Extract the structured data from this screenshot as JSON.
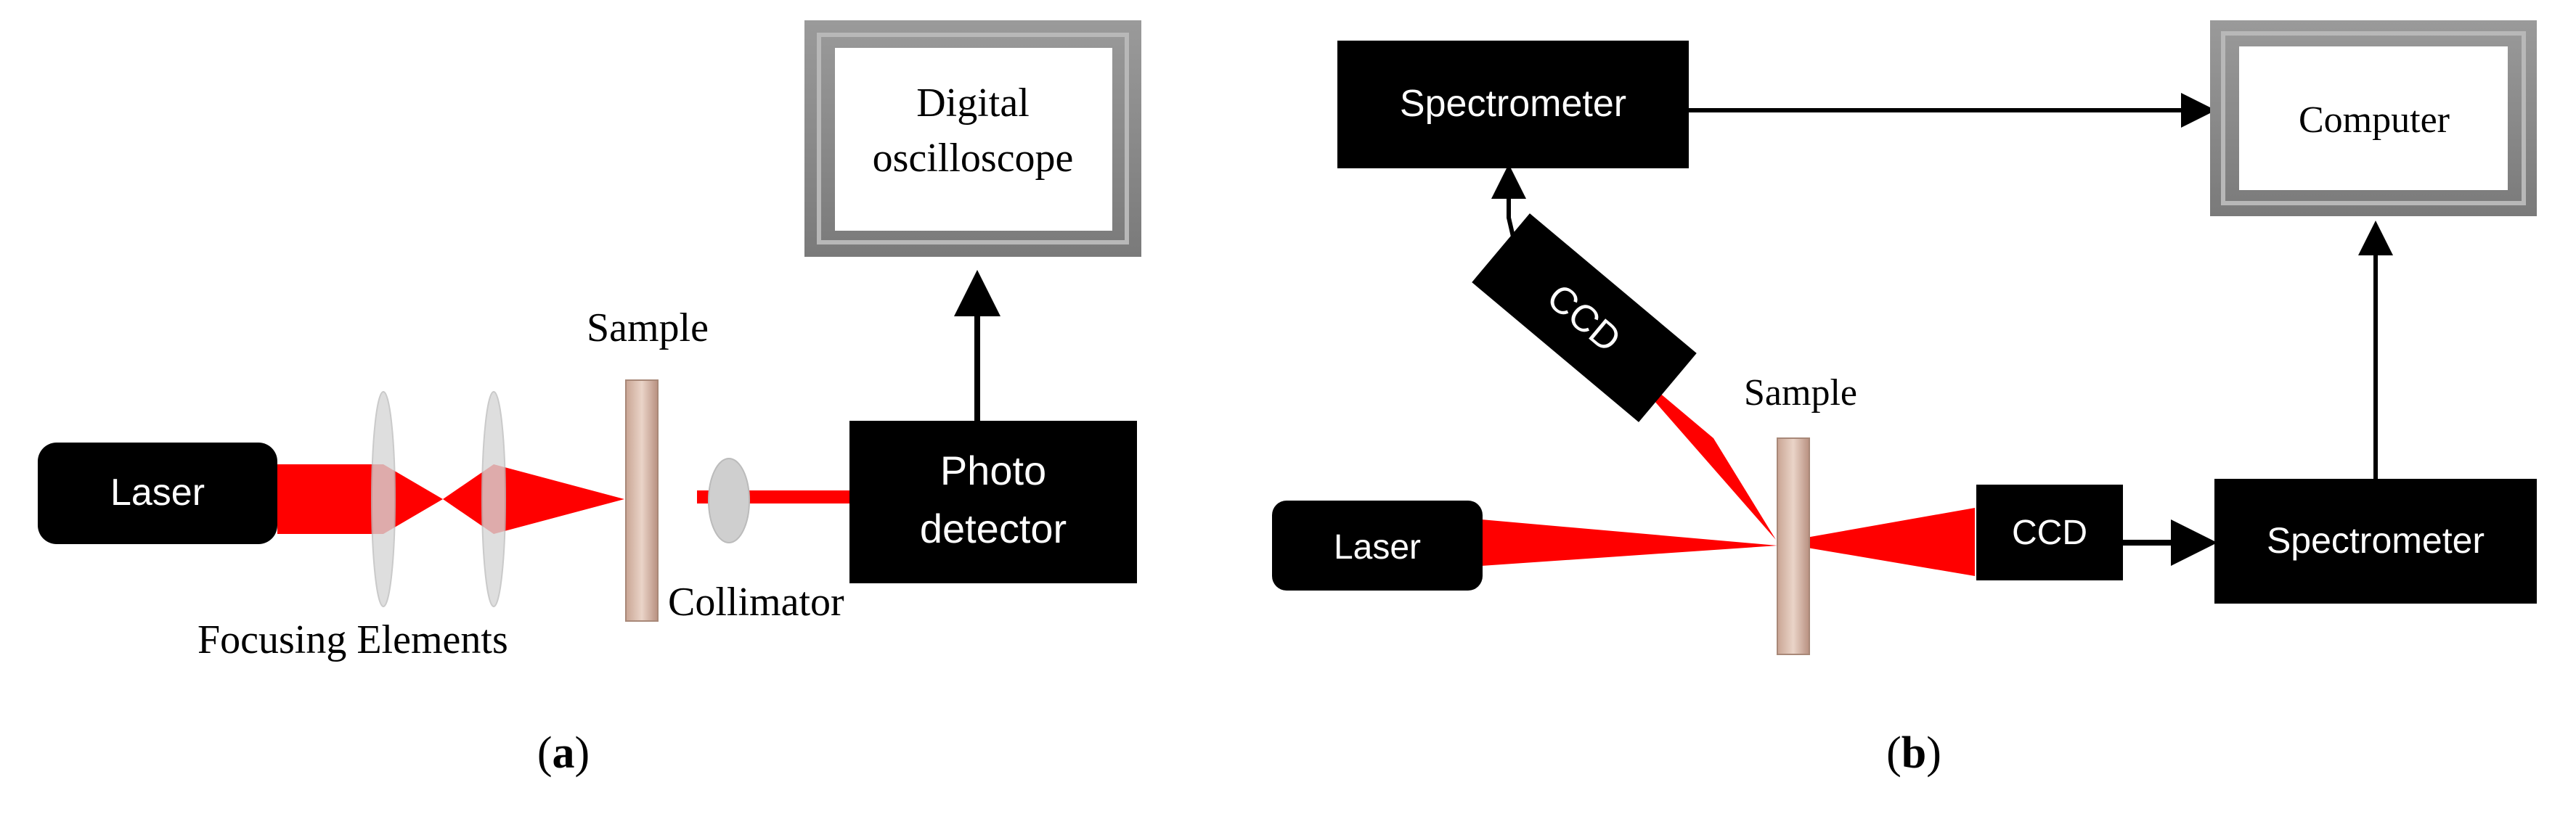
{
  "panel_a": {
    "laser_label": "Laser",
    "sample_label": "Sample",
    "focusing_label": "Focusing Elements",
    "collimator_label": "Collimator",
    "detector_line1": "Photo",
    "detector_line2": "detector",
    "scope_line1": "Digital",
    "scope_line2": "oscilloscope",
    "caption_open": "(",
    "caption_letter": "a",
    "caption_close": ")"
  },
  "panel_b": {
    "spectrometer_top_label": "Spectrometer",
    "computer_label": "Computer",
    "ccd_tilted_label": "CCD",
    "sample_label": "Sample",
    "laser_label": "Laser",
    "ccd_label": "CCD",
    "spectrometer_right_label": "Spectrometer",
    "caption_open": "(",
    "caption_letter": "b",
    "caption_close": ")"
  },
  "colors": {
    "beam": "#ff0000",
    "box": "#000000",
    "frame": "#8c8c8c",
    "sample": "#d9b8a8",
    "lens": "#d0d0d0"
  }
}
